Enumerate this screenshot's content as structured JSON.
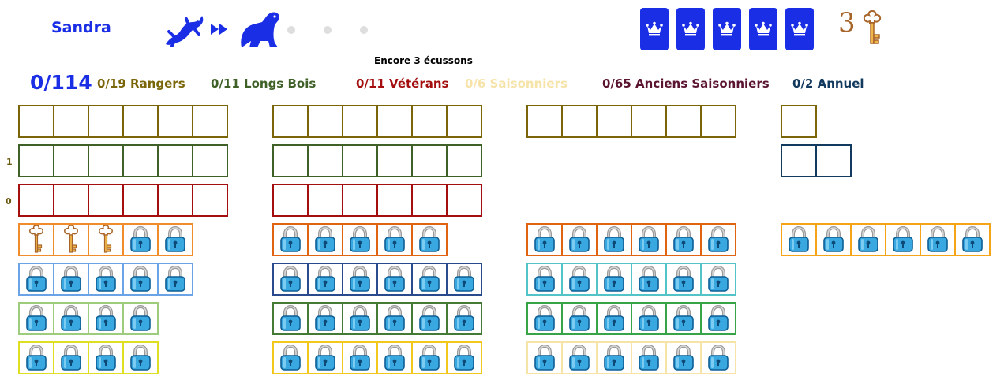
{
  "player": {
    "name": "Sandra",
    "current_animal": "salamander-icon",
    "next_animal": "ferret-icon",
    "progress_dots": 3
  },
  "crowns": {
    "count": 5,
    "icon": "crown-icon",
    "color": "#1a2ee6"
  },
  "keys": {
    "count_display": "3",
    "icon": "key-icon"
  },
  "badges_remaining": "Encore 3 écussons",
  "totals": {
    "overall": "0/114",
    "categories": [
      {
        "id": "rangers",
        "count": "0/19",
        "name": "Rangers",
        "color": "#7a6608"
      },
      {
        "id": "longsbois",
        "count": "0/11",
        "name": "Longs Bois",
        "color": "#3f6128"
      },
      {
        "id": "veterans",
        "count": "0/11",
        "name": "Vétérans",
        "color": "#a40e0e"
      },
      {
        "id": "saisonniers",
        "count": "0/6",
        "name": "Saisonniers",
        "color": "#f6e3a8"
      },
      {
        "id": "anciens",
        "count": "0/65",
        "name": "Anciens Saisonniers",
        "color": "#5b1430"
      },
      {
        "id": "annuel",
        "count": "0/2",
        "name": "Annuel",
        "color": "#12395e"
      }
    ]
  },
  "row_markers": [
    "1",
    "0"
  ],
  "grid": {
    "colors": {
      "rangers": "#7a6608",
      "longsbois": "#3f6128",
      "veterans": "#a40e0e",
      "orange": "#f08c2a",
      "orange_dark": "#e06410",
      "orange_light": "#f4a416",
      "blue": "#6aa4e6",
      "navy": "#2a4a8e",
      "teal": "#52c4c8",
      "sage": "#9ccc7c",
      "green": "#457a36",
      "green_bright": "#37a447",
      "yellow": "#dede22",
      "gold": "#f2c81c",
      "cream": "#f6e3a8",
      "annuel": "#12395e"
    },
    "rows": [
      {
        "group": "rangers",
        "blocks": [
          {
            "color": "rangers",
            "slots": [
              "",
              "",
              "",
              "",
              "",
              ""
            ]
          },
          {
            "color": "rangers",
            "slots": [
              "",
              "",
              "",
              "",
              "",
              ""
            ]
          },
          {
            "color": "rangers",
            "slots": [
              "",
              "",
              "",
              "",
              "",
              ""
            ]
          },
          {
            "color": "rangers",
            "slots": [
              ""
            ]
          }
        ]
      },
      {
        "group": "longsbois",
        "blocks": [
          {
            "color": "longsbois",
            "slots": [
              "",
              "",
              "",
              "",
              "",
              ""
            ]
          },
          {
            "color": "longsbois",
            "slots": [
              "",
              "",
              "",
              "",
              "",
              ""
            ]
          },
          null,
          {
            "color": "annuel",
            "slots": [
              "",
              ""
            ]
          }
        ]
      },
      {
        "group": "veterans",
        "blocks": [
          {
            "color": "veterans",
            "slots": [
              "",
              "",
              "",
              "",
              "",
              ""
            ]
          },
          {
            "color": "veterans",
            "slots": [
              "",
              "",
              "",
              "",
              "",
              ""
            ]
          },
          null,
          null
        ]
      },
      {
        "group": "r4",
        "blocks": [
          {
            "color": "orange",
            "slots": [
              "key",
              "key",
              "key",
              "lock",
              "lock"
            ]
          },
          {
            "color": "orange_dark",
            "slots": [
              "lock",
              "lock",
              "lock",
              "lock",
              "lock"
            ]
          },
          {
            "color": "orange_dark",
            "slots": [
              "lock",
              "lock",
              "lock",
              "lock",
              "lock",
              "lock"
            ]
          },
          {
            "color": "orange_light",
            "slots": [
              "lock",
              "lock",
              "lock",
              "lock",
              "lock",
              "lock"
            ]
          }
        ]
      },
      {
        "group": "r5",
        "blocks": [
          {
            "color": "blue",
            "slots": [
              "lock",
              "lock",
              "lock",
              "lock",
              "lock"
            ]
          },
          {
            "color": "navy",
            "slots": [
              "lock",
              "lock",
              "lock",
              "lock",
              "lock",
              "lock"
            ]
          },
          {
            "color": "teal",
            "slots": [
              "lock",
              "lock",
              "lock",
              "lock",
              "lock",
              "lock"
            ]
          },
          null
        ]
      },
      {
        "group": "r6",
        "blocks": [
          {
            "color": "sage",
            "slots": [
              "lock",
              "lock",
              "lock",
              "lock"
            ]
          },
          {
            "color": "green",
            "slots": [
              "lock",
              "lock",
              "lock",
              "lock",
              "lock",
              "lock"
            ]
          },
          {
            "color": "green_bright",
            "slots": [
              "lock",
              "lock",
              "lock",
              "lock",
              "lock",
              "lock"
            ]
          },
          null
        ]
      },
      {
        "group": "r7",
        "blocks": [
          {
            "color": "yellow",
            "slots": [
              "lock",
              "lock",
              "lock",
              "lock"
            ]
          },
          {
            "color": "gold",
            "slots": [
              "lock",
              "lock",
              "lock",
              "lock",
              "lock",
              "lock"
            ]
          },
          {
            "color": "cream",
            "slots": [
              "lock",
              "lock",
              "lock",
              "lock",
              "lock",
              "lock"
            ]
          },
          null
        ]
      }
    ]
  }
}
